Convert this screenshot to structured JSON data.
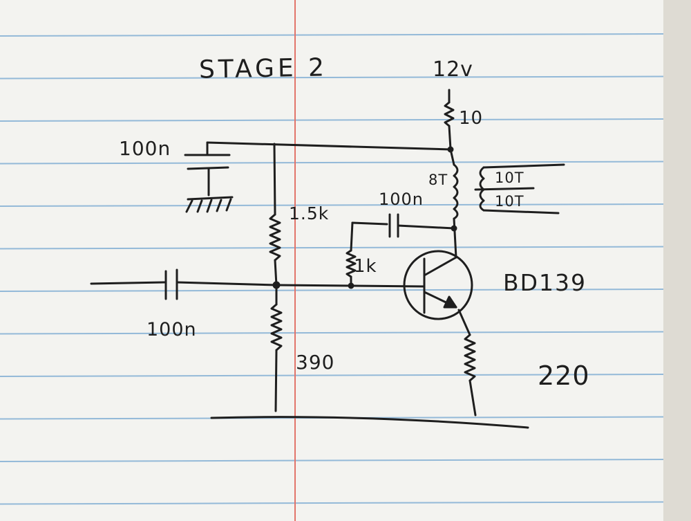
{
  "sheet": {
    "title": "STAGE 2",
    "supply_label": "12v",
    "colors": {
      "paper": "#f3f3f0",
      "ruled_line": "#93b9d8",
      "margin_line": "#e2746a",
      "ink": "#1e1e1e"
    }
  },
  "components": {
    "supply_resistor": "10",
    "decoupling_cap": "100n",
    "bias_resistor_top": "1.5k",
    "feedback_cap": "100n",
    "transformer_primary": "8T",
    "transformer_secondary_1": "10T",
    "transformer_secondary_2": "10T",
    "feedback_resistor": "1k",
    "transistor": "BD139",
    "input_cap": "100n",
    "bias_resistor_bottom": "390",
    "emitter_resistor": "220"
  }
}
